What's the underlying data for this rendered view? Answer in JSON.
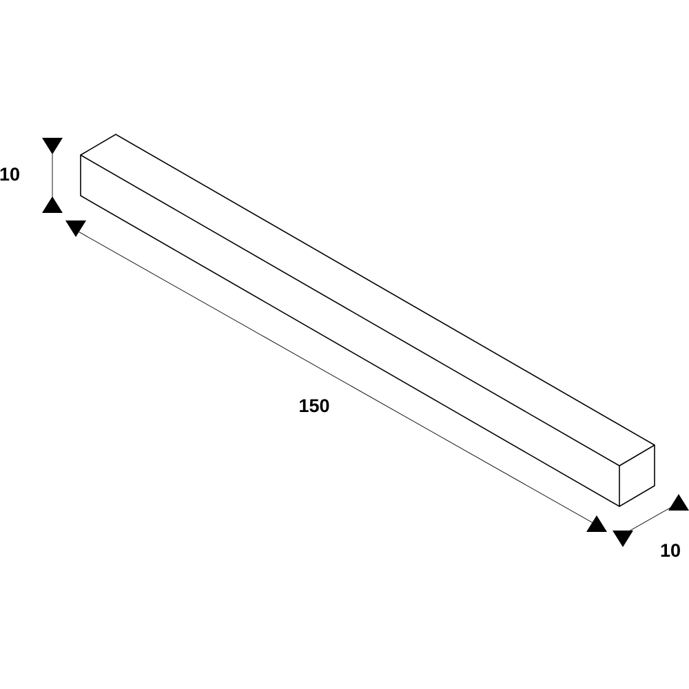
{
  "diagram": {
    "dimensions": {
      "height_label": "10",
      "length_label": "150",
      "depth_label": "10"
    }
  }
}
